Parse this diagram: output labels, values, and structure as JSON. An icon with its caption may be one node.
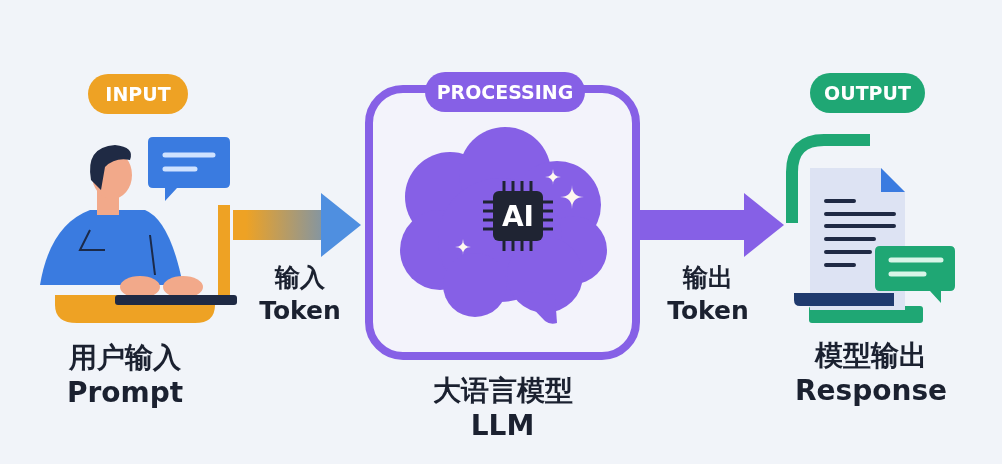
{
  "diagram": {
    "nodes": [
      {
        "text": [
          "INPUT"
        ]
      },
      {
        "text": [],
        "shape": "picture",
        "beside": [
          "用户输入 Prompt"
        ]
      },
      {
        "text": [
          "PROCESSING"
        ]
      },
      {
        "text": [],
        "shape": "box",
        "beside": [
          "大语言模型 LLM"
        ]
      },
      {
        "text": [],
        "shape": "picture",
        "in": 3
      },
      {
        "text": [
          "AI"
        ],
        "in": 4
      },
      {
        "text": [
          "OUTPUT"
        ]
      },
      {
        "text": [],
        "shape": "picture",
        "beside": [
          "模型输出 Response"
        ]
      }
    ],
    "edges": [
      {
        "from": 1,
        "to": 3,
        "arrow": "to",
        "label": "输入 Token",
        "color": "#eea224"
      },
      {
        "from": 3,
        "to": 7,
        "arrow": "to",
        "label": "输出 Token",
        "color": "#8660e6"
      }
    ]
  }
}
